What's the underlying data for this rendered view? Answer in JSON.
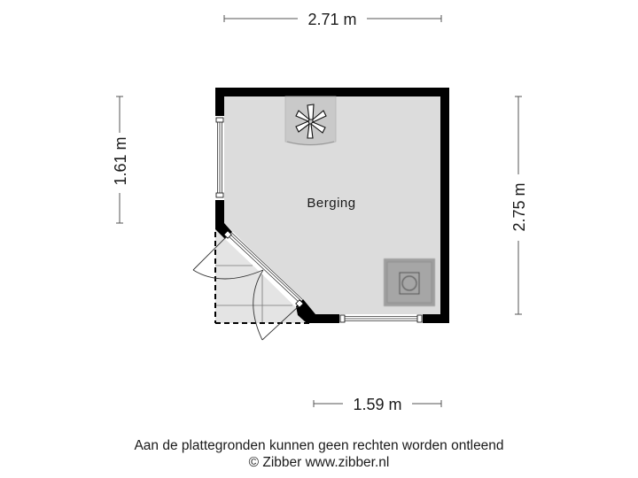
{
  "floorplan": {
    "room": {
      "name": "Berging"
    },
    "dimensions": {
      "top_width": "2.71 m",
      "left_height": "1.61 m",
      "right_height": "2.75 m",
      "bottom_width": "1.59 m"
    },
    "fixtures": [
      {
        "type": "fan-unit",
        "icon": "fan-icon"
      },
      {
        "type": "boiler",
        "icon": "boiler-icon"
      }
    ],
    "openings": [
      {
        "type": "window",
        "wall": "left"
      },
      {
        "type": "window",
        "wall": "bottom"
      },
      {
        "type": "double-door",
        "wall": "diagonal"
      }
    ],
    "colors": {
      "wall": "#000000",
      "floor": "#dcdcdc",
      "outside_area": "#e6e6e6",
      "fixture": "#c8c8c8",
      "boiler": "#9a9a9a",
      "dimension_line": "#555555"
    }
  },
  "footer": {
    "disclaimer": "Aan de plattegronden kunnen geen rechten worden ontleend",
    "copyright": "© Zibber www.zibber.nl"
  }
}
